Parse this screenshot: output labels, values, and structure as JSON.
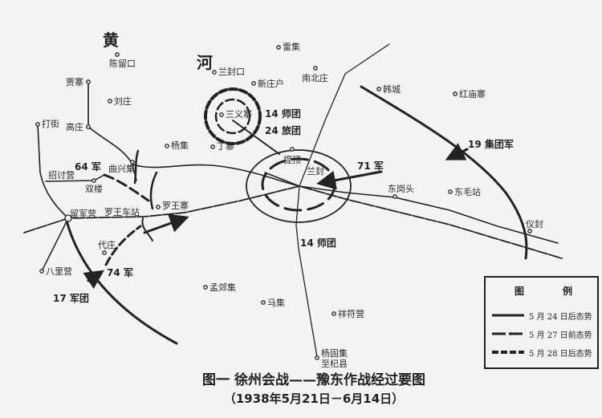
{
  "map": {
    "title": "图一  徐州会战——豫东作战经过要图",
    "subtitle": "（1938年5月21日－6月14日）",
    "river": {
      "char1": "黄",
      "char2": "河"
    },
    "places": {
      "chenliukou": "陈留口",
      "lanfengkou": "兰封口",
      "leiji": "雷集",
      "nanbeizhuang": "南北庄",
      "xinzhuanghu": "新庄户",
      "jiazhai": "贾寨",
      "liuzhuang": "刘庄",
      "sanyizhai": "三义寨",
      "dajie": "打街",
      "gaozhuang": "高庄",
      "yangji": "杨集",
      "dingzhai": "丁寨",
      "tiding": "提顶",
      "lanfeng": "兰封",
      "hancheng": "韩城",
      "hongmiaozhai": "红庙寨",
      "donggangtou": "东岗头",
      "dongmaozhan": "东毛站",
      "yifeng": "仪封",
      "quxingji": "曲兴集",
      "zhaotaoying": "招讨营",
      "shuanglou": "双楼",
      "luowangzhai": "罗王寨",
      "luowangchezhan": "罗王车站",
      "liujunying": "留军营",
      "daizhuang": "代庄",
      "baliying": "八里营",
      "mengjiaoji": "孟郊集",
      "maji": "马集",
      "xiangfuying": "祥符营",
      "yanggujiji": "杨固集",
      "qixian": "至杞县"
    },
    "units": {
      "div14_north": "14 师团",
      "brig24": "24 旅团",
      "army71": "71 军",
      "group19": "19 集团军",
      "army64": "64 军",
      "army74": "74 军",
      "corps17": "17 军团",
      "div14_south": "14 师团"
    },
    "legend": {
      "title_left": "图",
      "title_right": "例",
      "items": [
        {
          "label": "5 月 24 日后态势",
          "style": "solid"
        },
        {
          "label": "5 月 27 日前态势",
          "style": "long-dash"
        },
        {
          "label": "5 月 28 日后态势",
          "style": "short-dash"
        }
      ]
    },
    "colors": {
      "ink": "#222222",
      "paper": "#f3f3f1"
    }
  }
}
